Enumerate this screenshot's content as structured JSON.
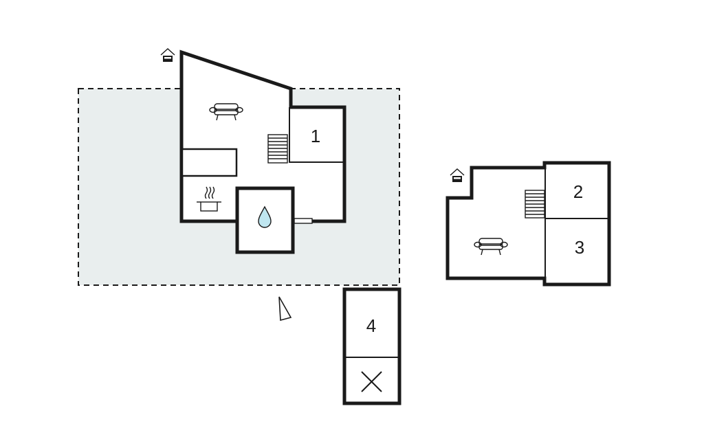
{
  "floor_plan": {
    "colors": {
      "wall": "#1a1a1a",
      "terrace_fill": "#e9eeee",
      "water_fill": "#bfe6f0",
      "background": "#ffffff"
    },
    "ground_floor": {
      "rooms": [
        {
          "id": "room-1",
          "label": "1"
        }
      ],
      "icons": [
        "entrance-icon",
        "sofa-icon",
        "stairs-icon",
        "cooking-pot-icon",
        "water-drop-icon",
        "door-icon"
      ],
      "terrace": "dashed-outline"
    },
    "upper_floor": {
      "rooms": [
        {
          "id": "room-2",
          "label": "2"
        },
        {
          "id": "room-3",
          "label": "3"
        }
      ],
      "icons": [
        "entrance-icon",
        "stairs-icon",
        "sofa-icon"
      ]
    },
    "annex": {
      "rooms": [
        {
          "id": "room-4",
          "label": "4"
        }
      ],
      "icons": [
        "cross-icon"
      ]
    },
    "compass": "north-arrow-icon"
  }
}
